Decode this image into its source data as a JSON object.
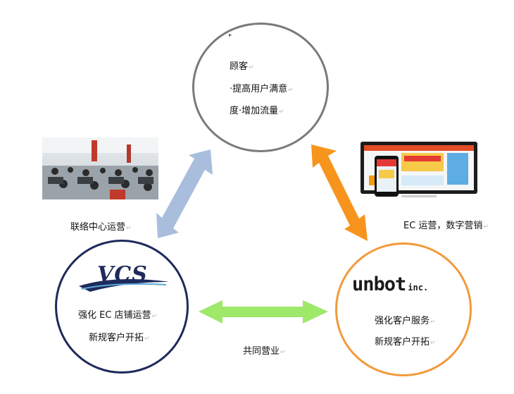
{
  "top_node": {
    "line1": "顾客",
    "line2": "·提高用户满意",
    "line3": "度·增加流量",
    "border_color": "#7a7a7a"
  },
  "left_node": {
    "logo_text": "VCS",
    "line1": "强化 EC 店铺运营",
    "line2": "新规客户开拓",
    "border_color": "#1f2a5c"
  },
  "right_node": {
    "logo_text": "unbot",
    "logo_suffix": "inc.",
    "line1": "强化客户服务",
    "line2": "新规客户开拓",
    "border_color": "#f29a3a"
  },
  "labels": {
    "left_edge": "联络中心运营",
    "right_edge": "EC 运营，数字营销",
    "bottom_edge": "共同营业"
  },
  "return_mark": "↵",
  "arrow_colors": {
    "left": "#a9bedd",
    "right": "#f7941d",
    "bottom": "#9ee86a"
  },
  "images": {
    "call_center_icon": "call-center-photo",
    "devices_icon": "ec-devices-photo"
  }
}
